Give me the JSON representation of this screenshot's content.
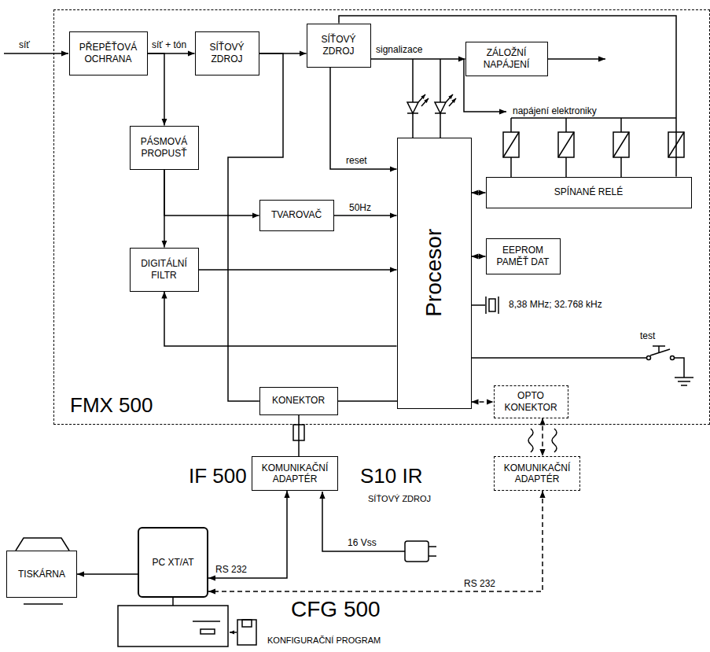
{
  "diagram": {
    "nodes": [
      {
        "text": [
          "FMX 500"
        ]
      },
      {
        "text": [
          "PŘEPĚŤOVÁ OCHRANA"
        ],
        "in": 0
      },
      {
        "text": [
          "SÍŤOVÝ ZDROJ"
        ],
        "in": 0
      },
      {
        "text": [
          "SÍŤOVÝ ZDROJ"
        ],
        "in": 0
      },
      {
        "text": [
          "ZÁLOŽNÍ NAPÁJENÍ"
        ],
        "in": 0
      },
      {
        "text": [
          "PÁSMOVÁ PROPUSŤ"
        ],
        "in": 0
      },
      {
        "text": [
          "TVAROVAČ"
        ],
        "in": 0
      },
      {
        "text": [
          "DIGITÁLNÍ FILTR"
        ],
        "in": 0
      },
      {
        "text": [
          "Procesor"
        ],
        "in": 0
      },
      {
        "text": [
          "SPÍNANÉ RELÉ"
        ],
        "in": 0
      },
      {
        "text": [
          "EEPROM PAMĚŤ DAT"
        ],
        "in": 0
      },
      {
        "text": [
          "KONEKTOR"
        ],
        "in": 0
      },
      {
        "text": [
          "OPTO KONEKTOR"
        ],
        "in": 0
      },
      {
        "text": [
          "KOMUNIKAČNÍ ADAPTÉR"
        ]
      },
      {
        "text": [
          "KOMUNIKAČNÍ ADAPTÉR"
        ]
      },
      {
        "text": [
          "PC XT/AT"
        ]
      },
      {
        "text": [
          "TISKÁRNA"
        ]
      }
    ],
    "edges": [
      {
        "from": 1,
        "to": 2,
        "arrow": "to",
        "label": "síť + tón"
      },
      {
        "from": 2,
        "to": 3,
        "arrow": "to"
      },
      {
        "from": 1,
        "to": 5,
        "arrow": "to"
      },
      {
        "from": 5,
        "to": 6,
        "arrow": "to"
      },
      {
        "from": 5,
        "to": 7,
        "arrow": "to"
      },
      {
        "from": 6,
        "to": 8,
        "arrow": "to",
        "label": "50Hz"
      },
      {
        "from": 7,
        "to": 8,
        "arrow": "to"
      },
      {
        "from": 8,
        "to": 7,
        "arrow": "to"
      },
      {
        "from": 3,
        "to": 8,
        "arrow": "to",
        "label": "reset"
      },
      {
        "from": 3,
        "to": 4,
        "arrow": "to",
        "label": "signalizace"
      },
      {
        "from": 3,
        "to": 9,
        "arrow": "none"
      },
      {
        "from": 8,
        "to": 9,
        "arrow": "both"
      },
      {
        "from": 8,
        "to": 10,
        "arrow": "both"
      },
      {
        "from": 2,
        "to": 11,
        "arrow": "none"
      },
      {
        "from": 8,
        "to": 11,
        "arrow": "both"
      },
      {
        "from": 8,
        "to": 12,
        "arrow": "both"
      },
      {
        "from": 11,
        "to": 13,
        "arrow": "none"
      },
      {
        "from": 12,
        "to": 14,
        "arrow": "both"
      },
      {
        "from": 15,
        "to": 13,
        "arrow": "both",
        "label": "RS 232"
      },
      {
        "from": 14,
        "to": 15,
        "arrow": "both",
        "label": "RS 232"
      },
      {
        "from": 15,
        "to": 16,
        "arrow": "to"
      }
    ],
    "labels": [
      "síť",
      "napájení elektroniky",
      "8,38 MHz; 32.768 kHz",
      "test",
      "IF 500",
      "S10 IR",
      "SÍŤOVÝ ZDROJ",
      "16 Vss",
      "CFG 500",
      "KONFIGURAČNÍ PROGRAM"
    ]
  }
}
